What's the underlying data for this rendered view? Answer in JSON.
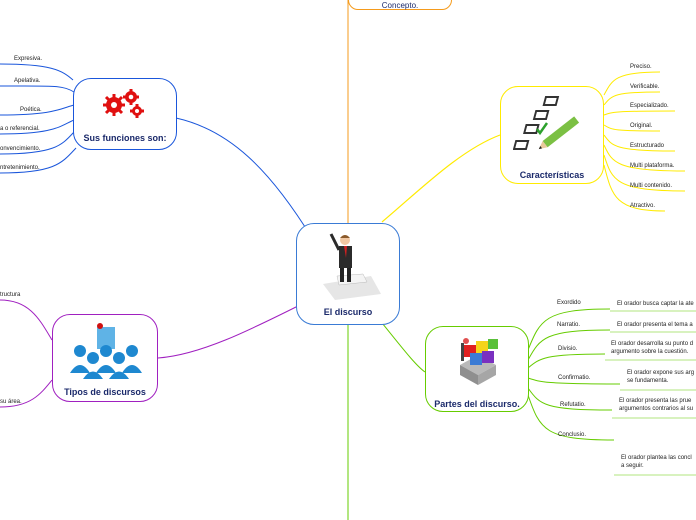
{
  "central": {
    "title": "El discurso"
  },
  "top_node": {
    "title": "Concepto."
  },
  "funciones": {
    "title": "Sus funciones son:",
    "color": "#1a56db",
    "items": [
      "Expresiva.",
      "Apelativa.",
      "Poética.",
      "a o referencial.",
      "onvencimiento.",
      "ntretenimiento."
    ]
  },
  "caracteristicas": {
    "title": "Características",
    "color": "#ffeb00",
    "items": [
      "Preciso.",
      "Verificable.",
      "Especializado.",
      "Original.",
      "Estructurado",
      "Multi plataforma.",
      "Multi contenido.",
      "Atractivo."
    ]
  },
  "tipos": {
    "title": "Tipos de discursos",
    "color": "#a020c0",
    "items": [
      "tructura",
      "su área."
    ]
  },
  "partes": {
    "title": "Partes del discurso.",
    "color": "#66cc00",
    "items": [
      {
        "label": "Exordido",
        "desc": "El orador busca captar la ate"
      },
      {
        "label": "Narratio.",
        "desc": "El orador presenta el tema a"
      },
      {
        "label": "Divisio.",
        "desc": "El orador desarrolla su punto d\nargumento sobre la cuestión."
      },
      {
        "label": "Confirmatio.",
        "desc": "El orador expone sus arg\nse fundamenta."
      },
      {
        "label": "Refutatio.",
        "desc": "El orador presenta las prue\nargumentos contrarios al su"
      },
      {
        "label": "Conclusio.",
        "desc": "El orador plantea las concl\na seguir."
      }
    ]
  },
  "colors": {
    "orange": "#f59b1c",
    "green": "#66cc00",
    "navy": "#1b2a6b"
  }
}
